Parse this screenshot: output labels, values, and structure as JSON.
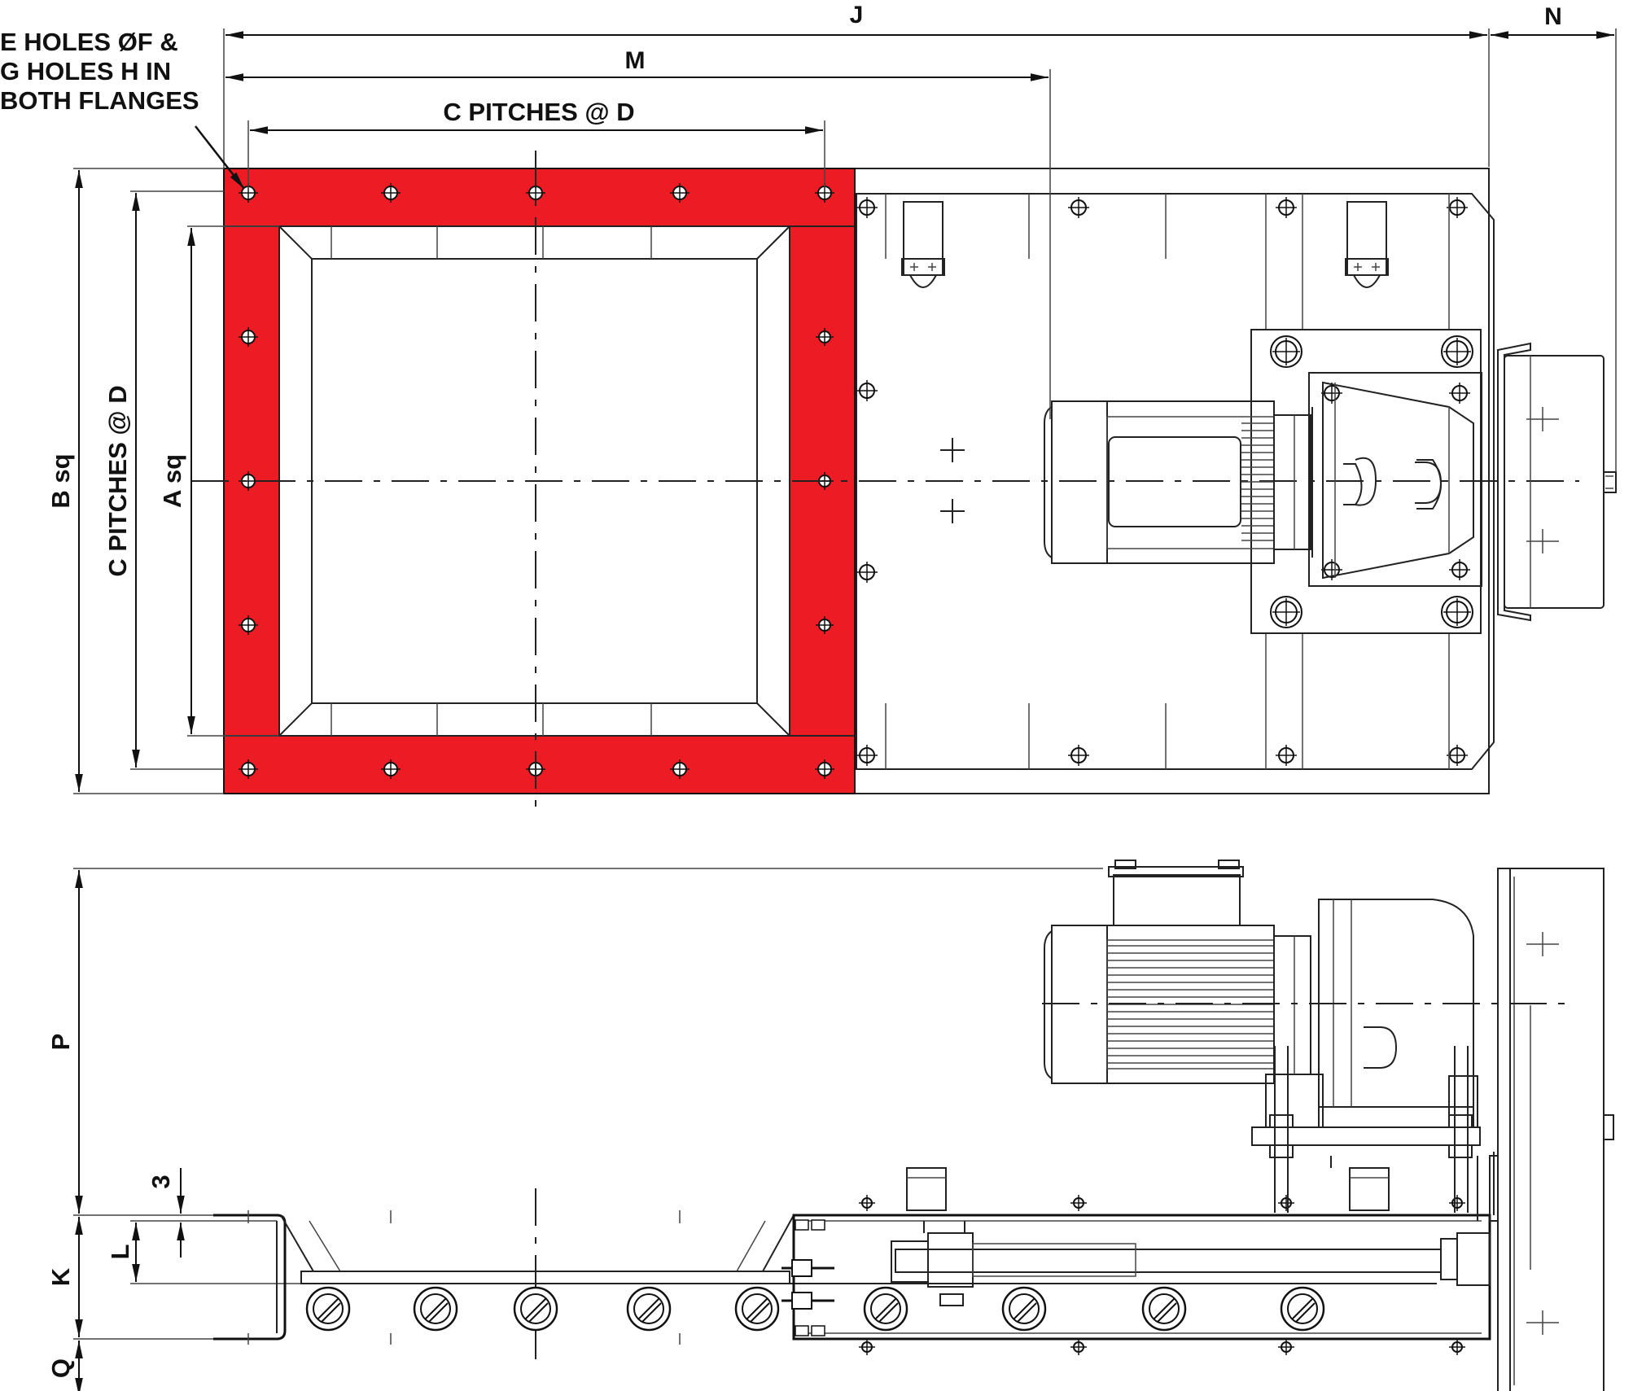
{
  "labels": {
    "j": "J",
    "n": "N",
    "m": "M",
    "c_pitches_d": "C PITCHES @ D",
    "holes_line1": "E HOLES ØF &",
    "holes_line2": "G HOLES H IN",
    "holes_line3": "BOTH FLANGES",
    "b_sq": "B sq",
    "c_pitches_vertical": "C PITCHES @ D",
    "a_sq": "A sq",
    "p": "P",
    "three": "3",
    "l": "L",
    "k": "K",
    "q": "Q"
  },
  "colors": {
    "flange": "#ed1c24",
    "line": "#111111",
    "background": "#ffffff"
  }
}
